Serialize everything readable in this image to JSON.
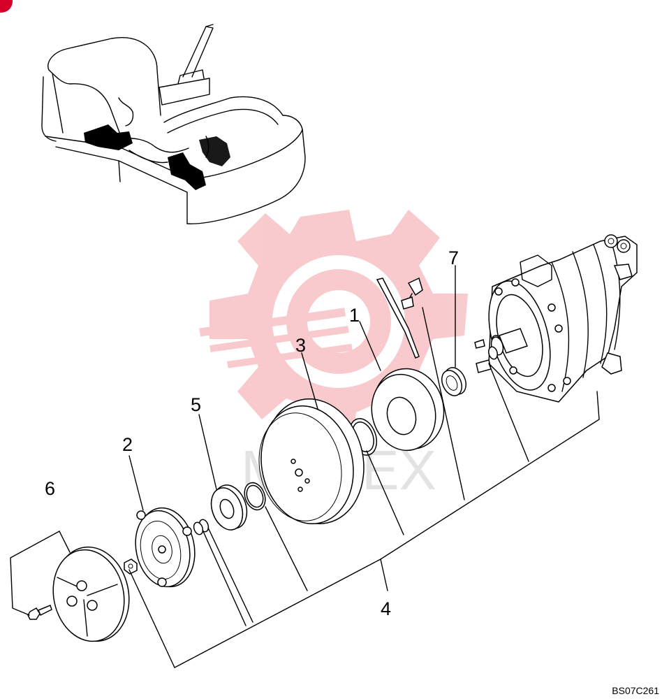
{
  "corner_mark_color": "#d4002a",
  "watermark": {
    "text": "MHTEX",
    "gear_color": "#f2a0a6"
  },
  "reference_code": "BS07C261",
  "callouts": [
    {
      "id": "1",
      "part": "clutch-coil"
    },
    {
      "id": "2",
      "part": "armature-plate"
    },
    {
      "id": "3",
      "part": "pulley"
    },
    {
      "id": "4",
      "part": "clutch-assembly"
    },
    {
      "id": "5",
      "part": "bearing"
    },
    {
      "id": "6",
      "part": "cover"
    },
    {
      "id": "7",
      "part": "seal-ring"
    }
  ]
}
